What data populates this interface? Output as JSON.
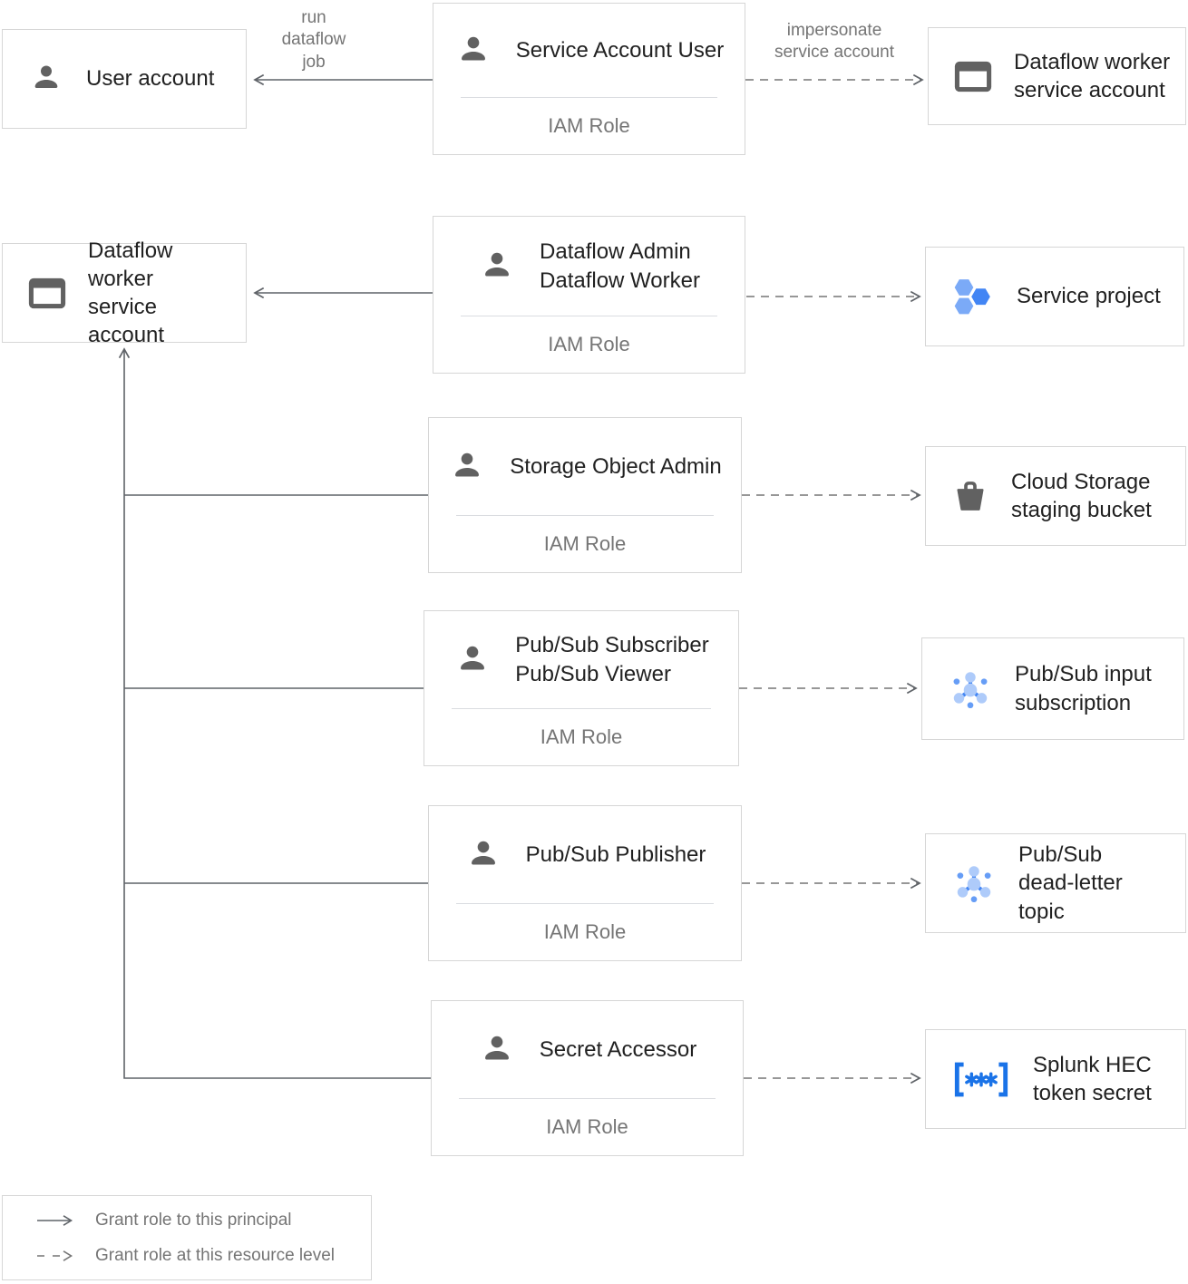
{
  "diagram": {
    "nodes": {
      "user_account": {
        "label": "User account"
      },
      "service_account_user": {
        "title": "Service Account User",
        "subtitle": "IAM Role"
      },
      "dataflow_worker_sa_top": {
        "label": "Dataflow worker\nservice account"
      },
      "dataflow_worker_sa_left": {
        "label": "Dataflow worker\nservice account"
      },
      "dataflow_admin_worker": {
        "title": "Dataflow Admin\nDataflow Worker",
        "subtitle": "IAM Role"
      },
      "service_project": {
        "label": "Service project"
      },
      "storage_object_admin": {
        "title": "Storage Object Admin",
        "subtitle": "IAM Role"
      },
      "cloud_storage_bucket": {
        "label": "Cloud Storage\nstaging bucket"
      },
      "pubsub_subscriber_viewer": {
        "title": "Pub/Sub Subscriber\nPub/Sub Viewer",
        "subtitle": "IAM Role"
      },
      "pubsub_input_subscription": {
        "label": "Pub/Sub input\nsubscription"
      },
      "pubsub_publisher": {
        "title": "Pub/Sub Publisher",
        "subtitle": "IAM Role"
      },
      "pubsub_deadletter_topic": {
        "label": "Pub/Sub\ndead-letter topic"
      },
      "secret_accessor": {
        "title": "Secret Accessor",
        "subtitle": "IAM Role"
      },
      "splunk_hec_secret": {
        "label": "Splunk HEC\ntoken secret"
      }
    },
    "edge_labels": {
      "run_dataflow_job": "run\ndataflow\njob",
      "impersonate_service_account": "impersonate\nservice account"
    },
    "legend": {
      "solid": "Grant role to this principal",
      "dashed": "Grant role at this resource level"
    },
    "icons": {
      "person": "person-icon",
      "service_account": "browser-window-icon",
      "project": "hexagons-project-icon",
      "storage": "bucket-icon",
      "pubsub": "pubsub-graph-icon",
      "secret": "secret-brackets-icon"
    },
    "colors": {
      "box_border": "#d6d6d6",
      "divider": "#dadce0",
      "text_dark": "#212121",
      "text_gray": "#757575",
      "icon_gray": "#616161",
      "line_gray": "#5f6368",
      "blue": "#4285f4",
      "blue_light": "#aecbfa",
      "blue_medium": "#669df6",
      "blue_soft": "#7baaf7",
      "secret_blue": "#1a73e8"
    }
  }
}
